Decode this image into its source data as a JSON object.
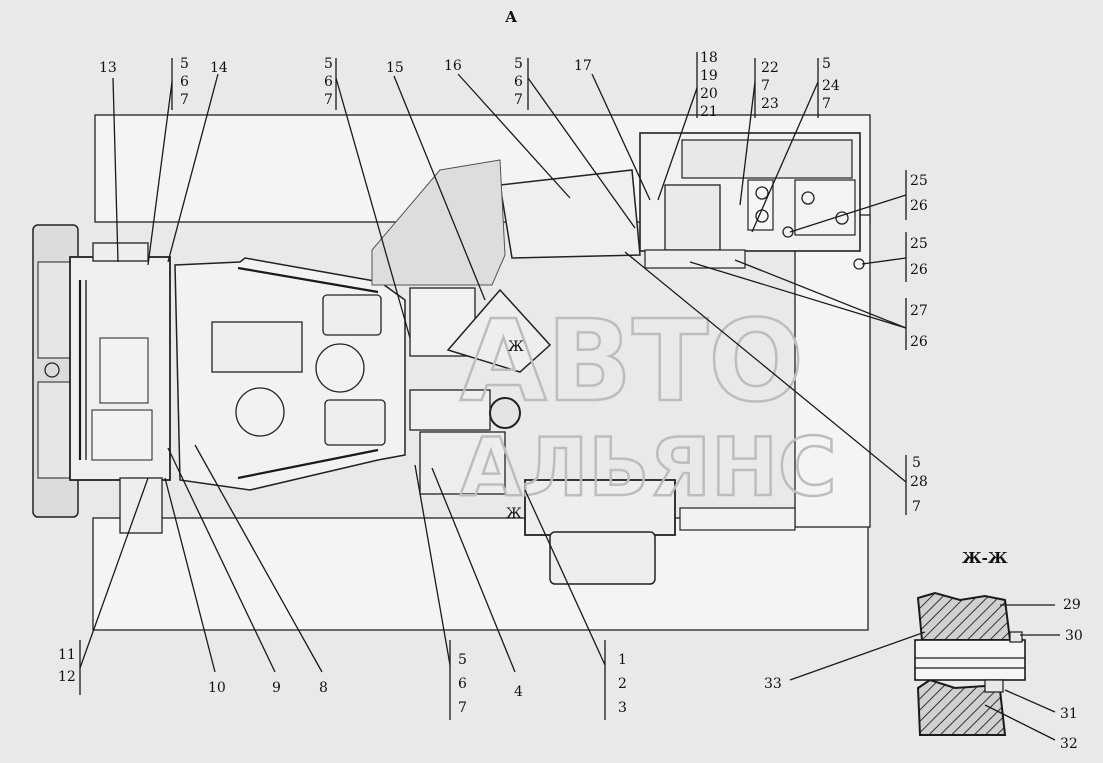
{
  "view_label": "А",
  "section_label": "Ж-Ж",
  "section_marks": [
    "Ж",
    "Ж"
  ],
  "watermark": {
    "line1": "АВТО",
    "line2": "АЛЬЯНС"
  },
  "callouts": {
    "c13": "13",
    "c14": "14",
    "c15": "15",
    "c16": "16",
    "c17": "17",
    "g1": [
      "5",
      "6",
      "7"
    ],
    "g2": [
      "5",
      "6",
      "7"
    ],
    "g3": [
      "5",
      "6",
      "7"
    ],
    "g4": [
      "18",
      "19",
      "20",
      "21"
    ],
    "g5": [
      "22",
      "7",
      "23"
    ],
    "g6": [
      "5",
      "24",
      "7"
    ],
    "g7": [
      "25",
      "26"
    ],
    "g8": [
      "25",
      "26"
    ],
    "g9": [
      "27",
      "26"
    ],
    "g10": [
      "5",
      "28",
      "7"
    ],
    "g11": [
      "11",
      "12"
    ],
    "c10": "10",
    "c9": "9",
    "c8": "8",
    "g12": [
      "5",
      "6",
      "7"
    ],
    "c4": "4",
    "g13": [
      "1",
      "2",
      "3"
    ],
    "c29": "29",
    "c30": "30",
    "c31": "31",
    "c32": "32",
    "c33": "33"
  }
}
